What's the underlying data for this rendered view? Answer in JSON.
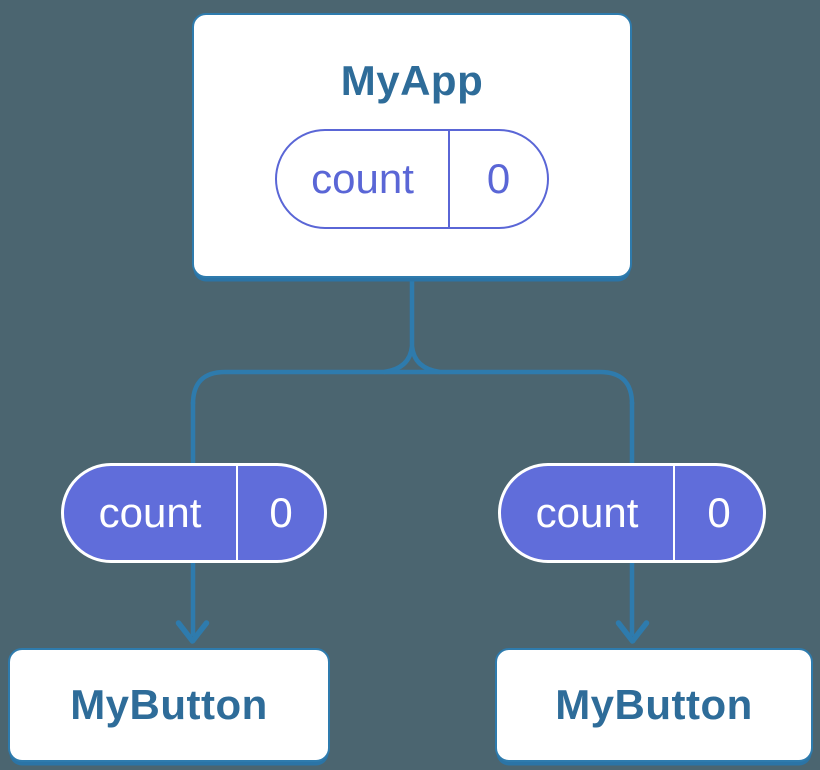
{
  "colors": {
    "background": "#4b6570",
    "connector": "#2e7bad",
    "node_border": "#2e7bad",
    "node_title_text": "#2e6c99",
    "state_accent": "#5a66d6",
    "state_fill": "#606dda",
    "state_text_on_fill": "#ffffff"
  },
  "diagram": {
    "parent": {
      "title": "MyApp",
      "state": {
        "name": "count",
        "value": "0"
      }
    },
    "children": [
      {
        "title": "MyButton",
        "prop": {
          "name": "count",
          "value": "0"
        }
      },
      {
        "title": "MyButton",
        "prop": {
          "name": "count",
          "value": "0"
        }
      }
    ]
  }
}
